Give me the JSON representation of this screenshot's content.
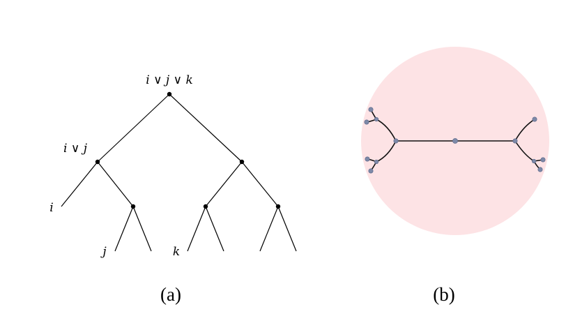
{
  "panel_a": {
    "root_label": "i ∨ j ∨ k",
    "node_label": "i ∨ j",
    "leaf_i": "i",
    "leaf_j": "j",
    "leaf_k": "k",
    "caption": "(a)"
  },
  "panel_b": {
    "disk_color": "#fde3e5",
    "node_color": "#7d89a8",
    "caption": "(b)"
  }
}
